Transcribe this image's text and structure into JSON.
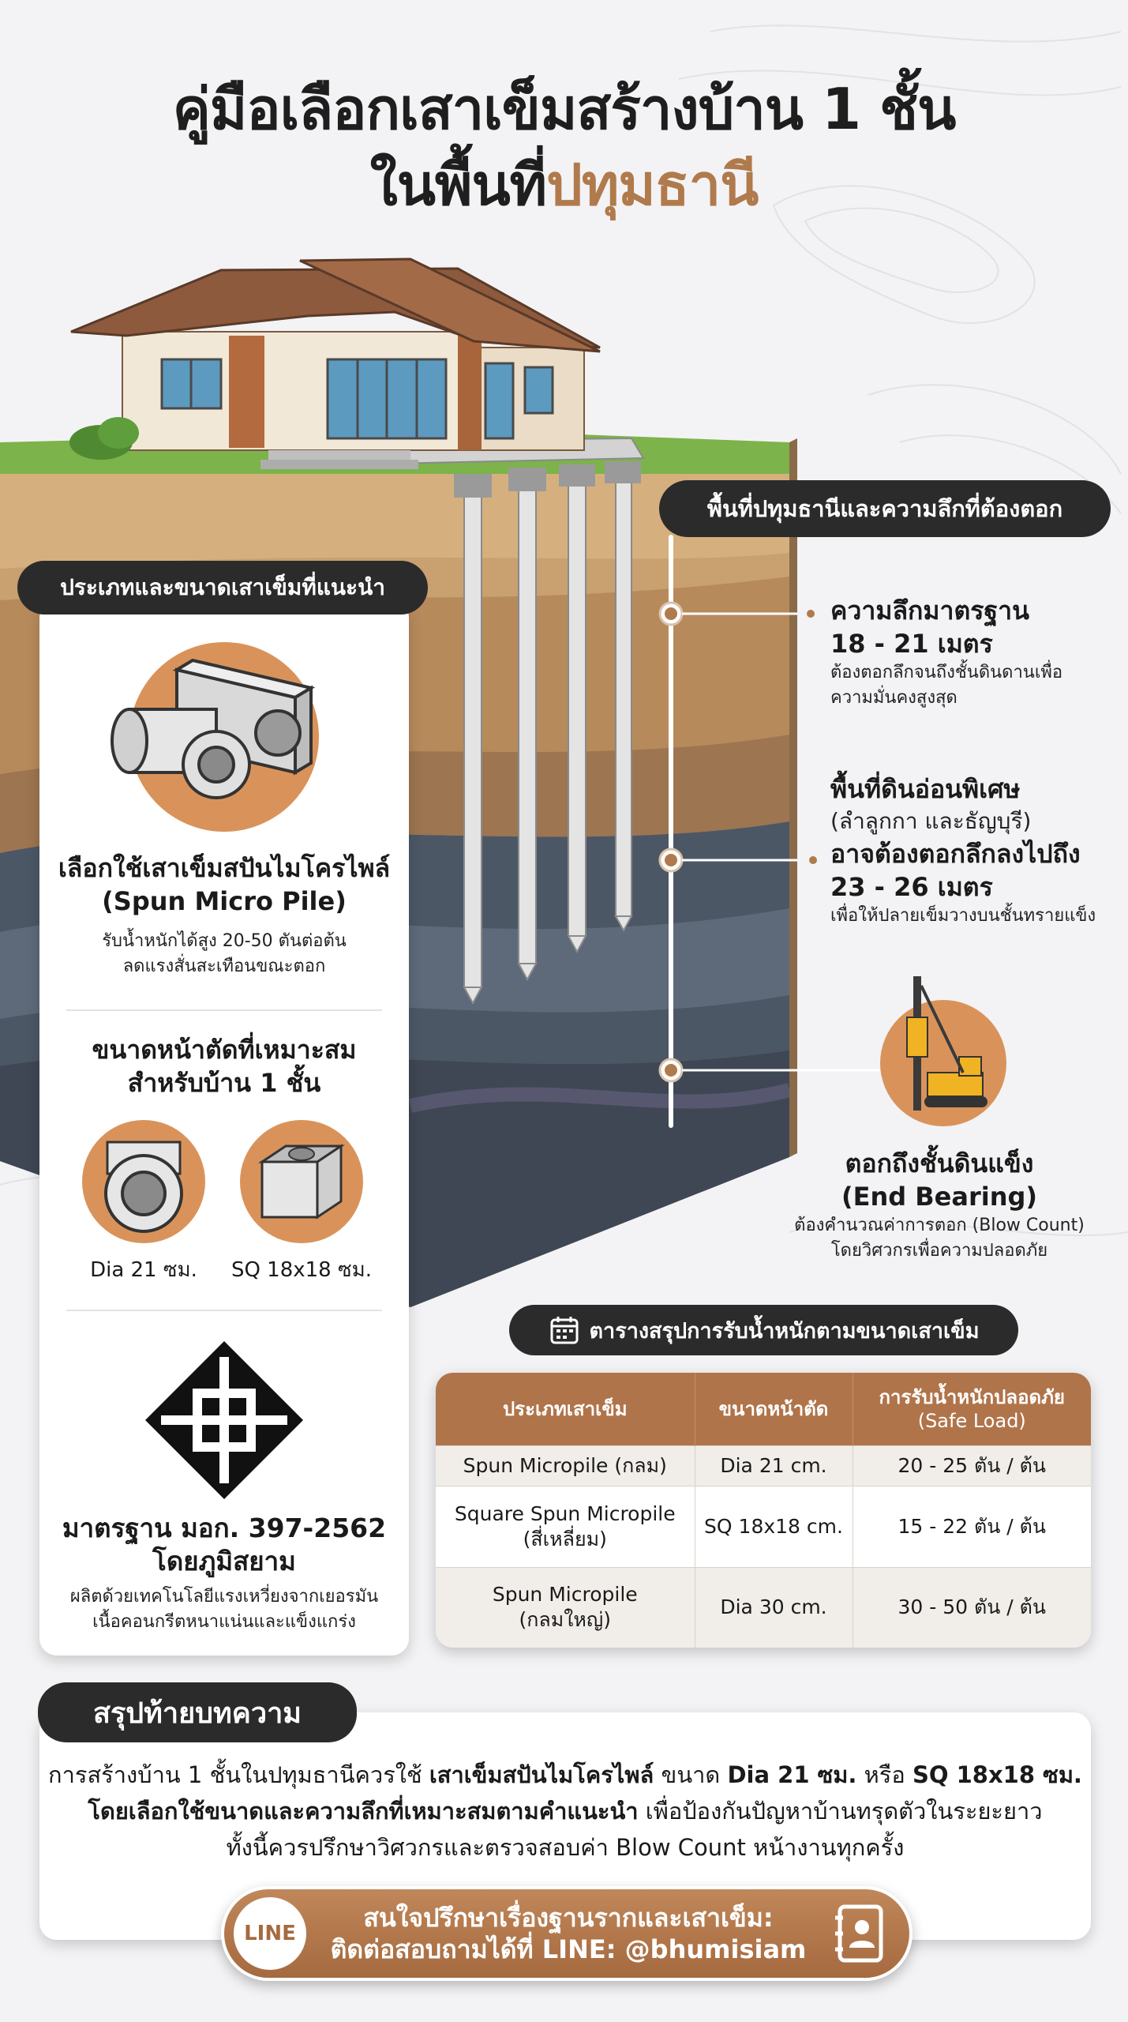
{
  "title": {
    "line1": "คู่มือเลือกเสาเข็มสร้างบ้าน 1 ชั้น",
    "line2_prefix": "ในพื้นที่",
    "line2_accent": "ปทุมธานี"
  },
  "left_panel": {
    "heading": "ประเภทและขนาดเสาเข็มที่แนะนำ",
    "pile": {
      "title": "เลือกใช้เสาเข็มสปันไมโครไพล์",
      "title_en": "(Spun Micro Pile)",
      "desc1": "รับน้ำหนักได้สูง 20-50 ตันต่อต้น",
      "desc2": "ลดแรงสั่นสะเทือนขณะตอก"
    },
    "section": {
      "title1": "ขนาดหน้าตัดที่เหมาะสม",
      "title2": "สำหรับบ้าน 1 ชั้น",
      "round_label": "Dia 21 ซม.",
      "square_label": "SQ 18x18 ซม."
    },
    "standard": {
      "title1": "มาตรฐาน มอก. 397-2562",
      "title2": "โดยภูมิสยาม",
      "desc1": "ผลิตด้วยเทคโนโลยีแรงเหวี่ยงจากเยอรมัน",
      "desc2": "เนื้อคอนกรีตหนาแน่นและแข็งแกร่ง"
    }
  },
  "depth_panel": {
    "heading": "พื้นที่ปทุมธานีและความลึกที่ต้องตอก",
    "standard": {
      "title1": "ความลึกมาตรฐาน",
      "title2": "18 - 21 เมตร",
      "desc1": "ต้องตอกลึกจนถึงชั้นดินดานเพื่อ",
      "desc2": "ความมั่นคงสูงสุด"
    },
    "soft_soil": {
      "title": "พื้นที่ดินอ่อนพิเศษ",
      "areas": "(ลำลูกกา และธัญบุรี)",
      "title2": "อาจต้องตอกลึกลงไปถึง",
      "title3": "23 - 26 เมตร",
      "desc": "เพื่อให้ปลายเข็มวางบนชั้นทรายแข็ง"
    },
    "end_bearing": {
      "title1": "ตอกถึงชั้นดินแข็ง",
      "title2": "(End Bearing)",
      "desc1": "ต้องคำนวณค่าการตอก (Blow Count)",
      "desc2": "โดยวิศวกรเพื่อความปลอดภัย"
    }
  },
  "table": {
    "heading": "ตารางสรุปการรับน้ำหนักตามขนาดเสาเข็ม",
    "headers": [
      "ประเภทเสาเข็ม",
      "ขนาดหน้าตัด",
      "การรับน้ำหนักปลอดภัย",
      "(Safe Load)"
    ],
    "rows": [
      {
        "type1": "Spun Micropile (กลม)",
        "type2": "",
        "size": "Dia 21 cm.",
        "load": "20 - 25 ตัน / ต้น"
      },
      {
        "type1": "Square Spun Micropile",
        "type2": "(สี่เหลี่ยม)",
        "size": "SQ 18x18 cm.",
        "load": "15 - 22 ตัน / ต้น"
      },
      {
        "type1": "Spun Micropile",
        "type2": "(กลมใหญ่)",
        "size": "Dia 30 cm.",
        "load": "30 - 50 ตัน / ต้น"
      }
    ]
  },
  "summary": {
    "heading": "สรุปท้ายบทความ",
    "l1_a": "การสร้างบ้าน 1 ชั้นในปทุมธานีควรใช้ ",
    "l1_b": "เสาเข็มสปันไมโครไพล์",
    "l1_c": " ขนาด ",
    "l1_d": "Dia 21 ซม.",
    "l1_e": " หรือ ",
    "l1_f": "SQ 18x18 ซม.",
    "l2_a": "โดยเลือกใช้ขนาดและความลึกที่เหมาะสมตามคำแนะนำ",
    "l2_b": " เพื่อป้องกันปัญหาบ้านทรุดตัวในระยะยาว",
    "l3": "ทั้งนี้ควรปรึกษาวิศวกรและตรวจสอบค่า Blow Count หน้างานทุกครั้ง"
  },
  "cta": {
    "line_logo": "LINE",
    "line1": "สนใจปรึกษาเรื่องฐานรากและเสาเข็ม:",
    "line2": "ติดต่อสอบถามได้ที่ LINE: @bhumisiam"
  },
  "icons": [
    "house-illustration",
    "pile-section-icon",
    "round-pile-icon",
    "square-pile-icon",
    "brand-logo-icon",
    "pile-driver-icon",
    "calendar-icon",
    "line-logo-icon",
    "contact-book-icon"
  ],
  "colors": {
    "accent": "#b07a4c",
    "dark_pill": "#2b2b2b",
    "table_header": "#b0744a",
    "background": "#f3f3f5"
  }
}
